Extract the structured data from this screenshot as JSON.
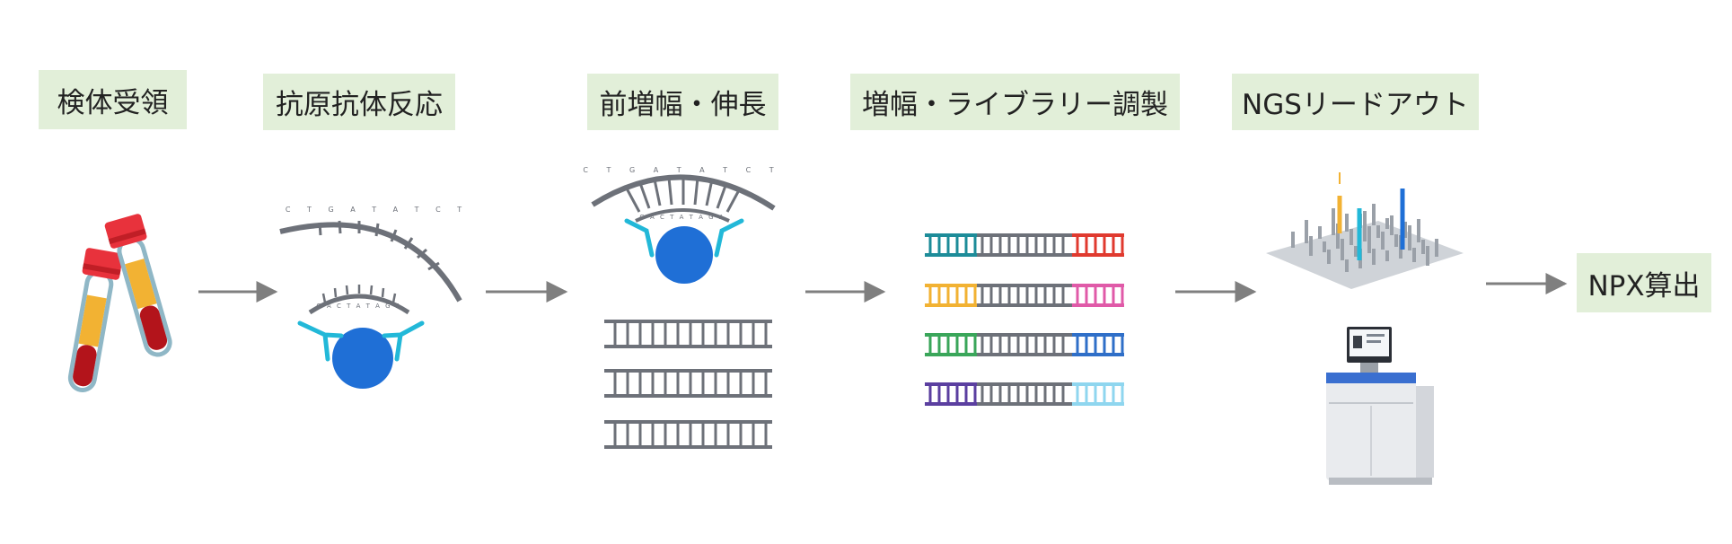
{
  "steps": [
    {
      "label": "検体受領"
    },
    {
      "label": "抗原抗体反応"
    },
    {
      "label": "前増幅・伸長"
    },
    {
      "label": "増幅・ライブラリー調製"
    },
    {
      "label": "NGSリードアウト"
    },
    {
      "label": "NPX算出"
    }
  ],
  "probe_upper_sequence": "C T G A T A T C T",
  "probe_lower_sequence": "G A C T A T A G A",
  "colors": {
    "label_bg": "#e2efd9",
    "dna_gray": "#6d7179",
    "antibody_cyan": "#22b8d8",
    "protein_blue": "#1f6fd6",
    "arrow_gray": "#7f7f7f",
    "tube_red": "#d9232c",
    "tube_cap": "#e8323c",
    "plasma_yellow": "#f2b233",
    "blood": "#b3141b"
  }
}
